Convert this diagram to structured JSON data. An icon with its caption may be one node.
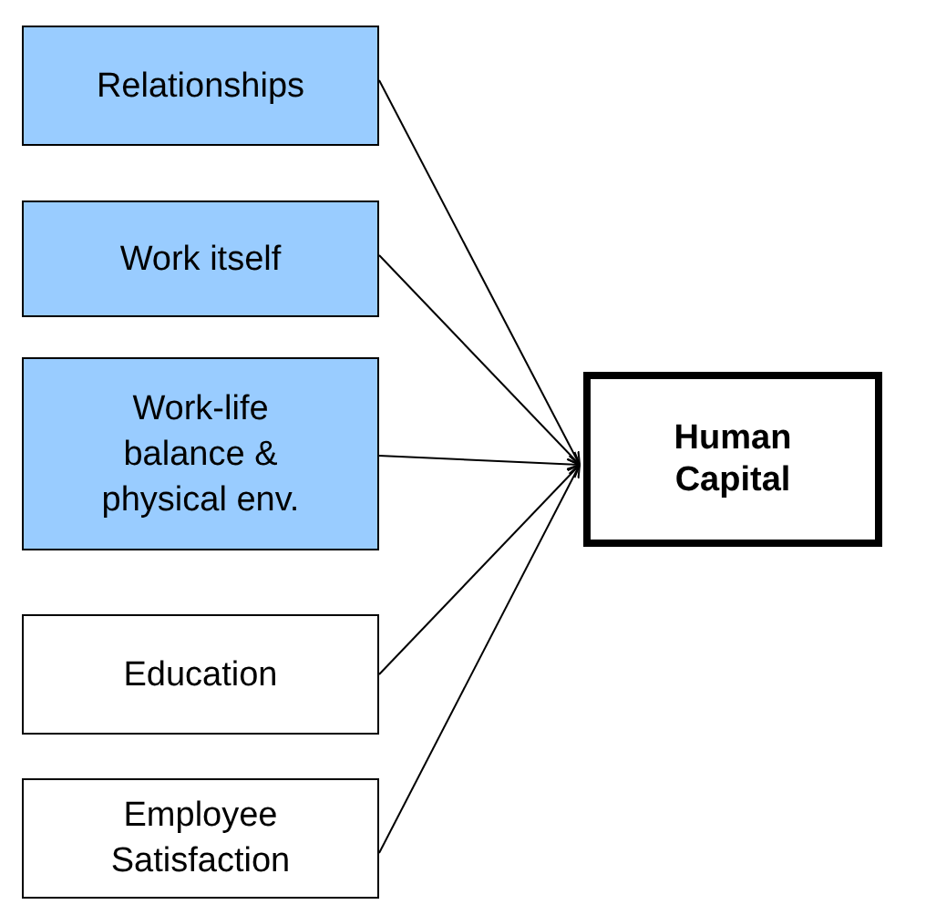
{
  "diagram": {
    "nodes": [
      {
        "text": [
          "Relationships"
        ]
      },
      {
        "text": [
          "Work itself"
        ]
      },
      {
        "text": [
          "Work-life balance & physical env."
        ]
      },
      {
        "text": [
          "Education"
        ]
      },
      {
        "text": [
          "Employee Satisfaction"
        ]
      },
      {
        "text": [
          "Human Capital"
        ]
      }
    ],
    "edges": [
      {
        "from": 0,
        "to": 5,
        "arrow": "to"
      },
      {
        "from": 1,
        "to": 5,
        "arrow": "to"
      },
      {
        "from": 2,
        "to": 5,
        "arrow": "to"
      },
      {
        "from": 3,
        "to": 5,
        "arrow": "to"
      },
      {
        "from": 4,
        "to": 5,
        "arrow": "to"
      }
    ]
  }
}
